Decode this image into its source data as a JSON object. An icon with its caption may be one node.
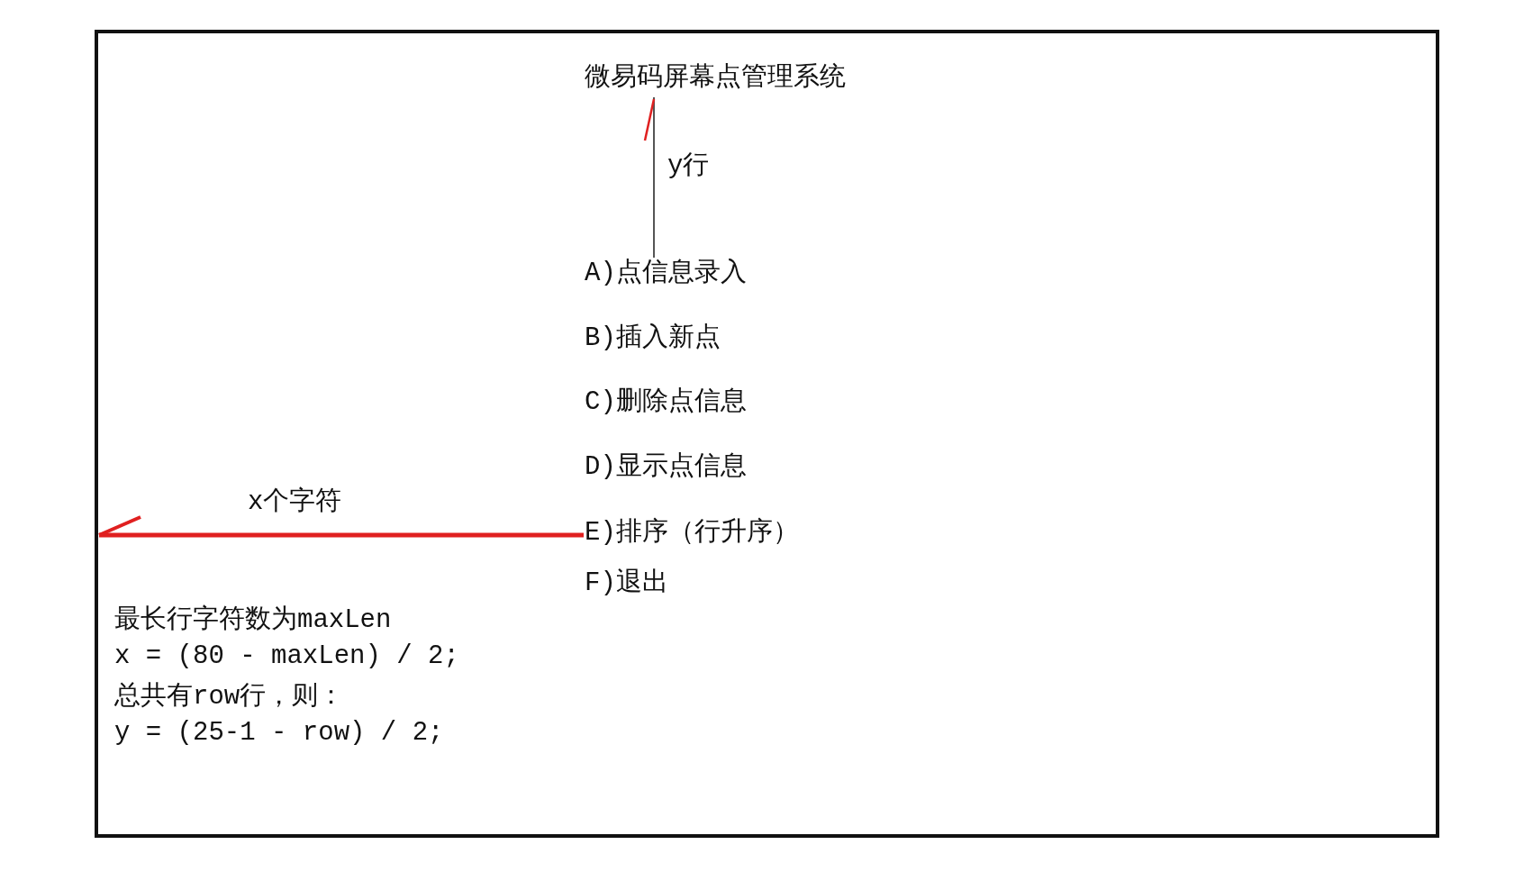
{
  "diagram": {
    "labels": [
      "微易码屏幕点管理系统",
      "y行",
      "A)点信息录入",
      "B)插入新点",
      "C)删除点信息",
      "D)显示点信息",
      "x个字符",
      "E)排序（行升序）",
      "F)退出",
      "最长行字符数为maxLen",
      "x = (80 - maxLen) / 2;",
      "总共有row行，则：",
      "y = (25-1 - row) / 2;"
    ]
  }
}
